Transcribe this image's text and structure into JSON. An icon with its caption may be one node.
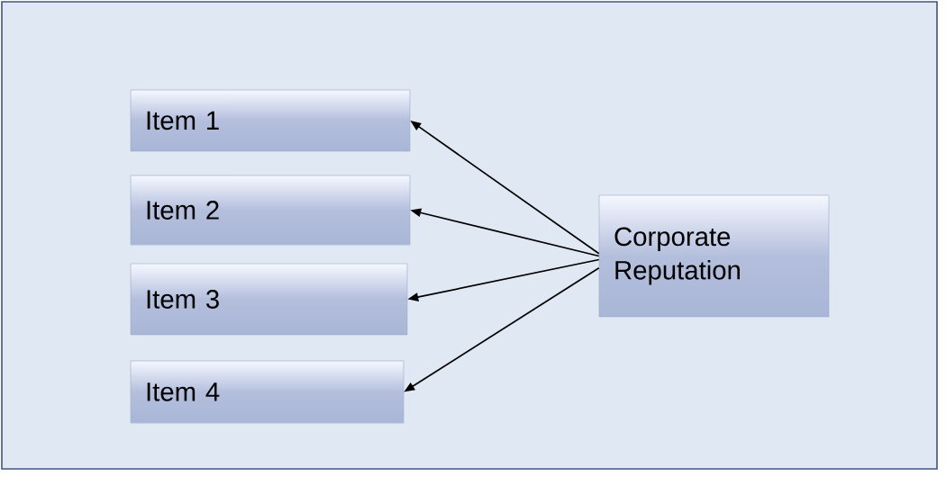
{
  "diagram": {
    "nodes": [
      {
        "text": [
          "Item 1"
        ]
      },
      {
        "text": [
          "Item 2"
        ]
      },
      {
        "text": [
          "Item 3"
        ]
      },
      {
        "text": [
          "Item 4"
        ]
      },
      {
        "text": [
          "Corporate Reputation"
        ]
      }
    ],
    "edges": [
      {
        "from": 4,
        "to": 0,
        "arrow": "to"
      },
      {
        "from": 4,
        "to": 1,
        "arrow": "to"
      },
      {
        "from": 4,
        "to": 2,
        "arrow": "to"
      },
      {
        "from": 4,
        "to": 3,
        "arrow": "to"
      }
    ]
  }
}
